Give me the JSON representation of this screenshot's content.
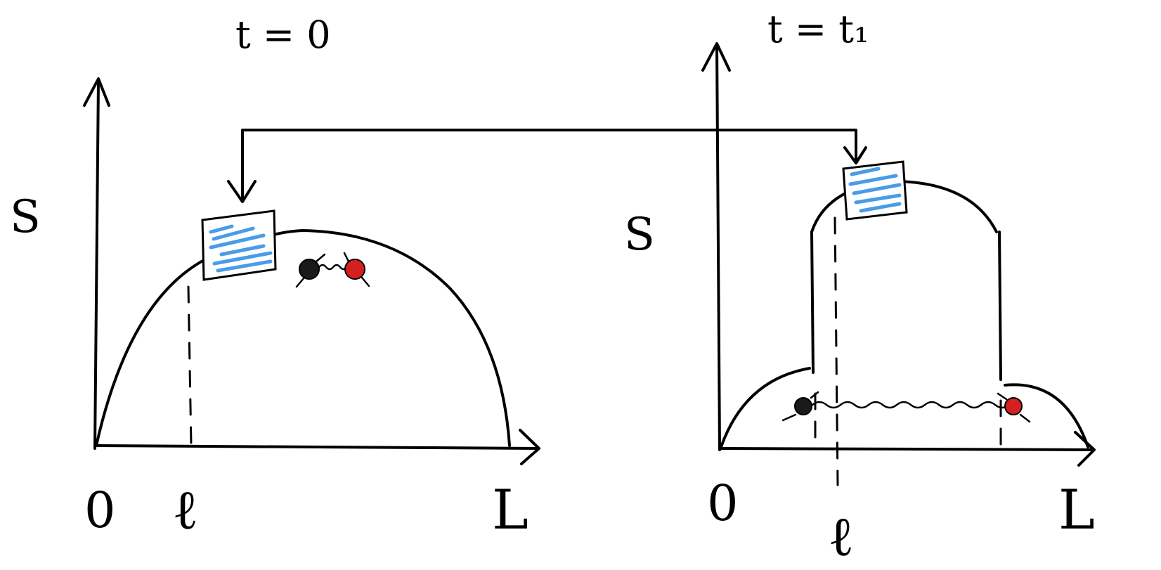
{
  "left_panel": {
    "time_label": "t = 0",
    "y_axis_label": "S",
    "origin_label": "0",
    "ell_label": "ℓ",
    "length_label": "L"
  },
  "right_panel": {
    "time_label": "t = t₁",
    "y_axis_label": "S",
    "origin_label": "0",
    "ell_label": "ℓ",
    "length_label": "L"
  },
  "colors": {
    "ink": "#000000",
    "hatch": "#4a9be8",
    "particle_dark": "#1a1a1a",
    "particle_red": "#d42020"
  },
  "icons": {
    "subsystem_box": "hatched-rectangle",
    "particle": "filled-circle",
    "entanglement_link": "wavy-line"
  }
}
